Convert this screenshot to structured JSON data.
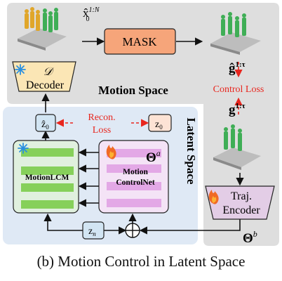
{
  "motion_space": {
    "title": "Motion Space",
    "x0_label": "x̂",
    "x0_sub": "0",
    "x0_sup": "1:N",
    "mask_label": "MASK",
    "decoder_symbol": "𝒟",
    "decoder_label": "Decoder",
    "g_hat_label": "ĝ",
    "g_hat_sup": "1:τ",
    "control_loss": "Control Loss",
    "g_label": "g",
    "g_sup": "1:τ"
  },
  "latent_space": {
    "title": "Latent Space",
    "z0_hat": "ẑ",
    "z0_hat_sub": "0",
    "z0": "z",
    "z0_sub": "0",
    "recon_loss_line1": "Recon.",
    "recon_loss_line2": "Loss",
    "motionlcm_label": "MotionLCM",
    "controlnet_line1": "Motion",
    "controlnet_line2": "ControlNet",
    "theta_a": "Θ",
    "theta_a_sup": "a",
    "zn": "z",
    "zn_sub": "n"
  },
  "traj_encoder": {
    "line1": "Traj.",
    "line2": "Encoder",
    "theta_b": "Θ",
    "theta_b_sup": "b"
  },
  "caption": "(b) Motion Control in Latent Space",
  "colors": {
    "motion_bg": "#dedede",
    "latent_bg": "#dfe9f5",
    "mask_fill": "#f6a57a",
    "decoder_fill": "#fbe6b5",
    "z_fill": "#d2e5f3",
    "z0_fill": "#fde3d5",
    "lcm_fill": "#e0f0de",
    "lcm_bar": "#86d05a",
    "cn_fill": "#f4e3f6",
    "cn_bar": "#e3a8e6",
    "encoder_fill": "#e3cde6",
    "loss_red": "#e8261e",
    "figure_green": "#3fae56",
    "figure_yellow": "#e0a62a"
  },
  "icons": [
    "snowflake-icon",
    "fire-icon"
  ]
}
